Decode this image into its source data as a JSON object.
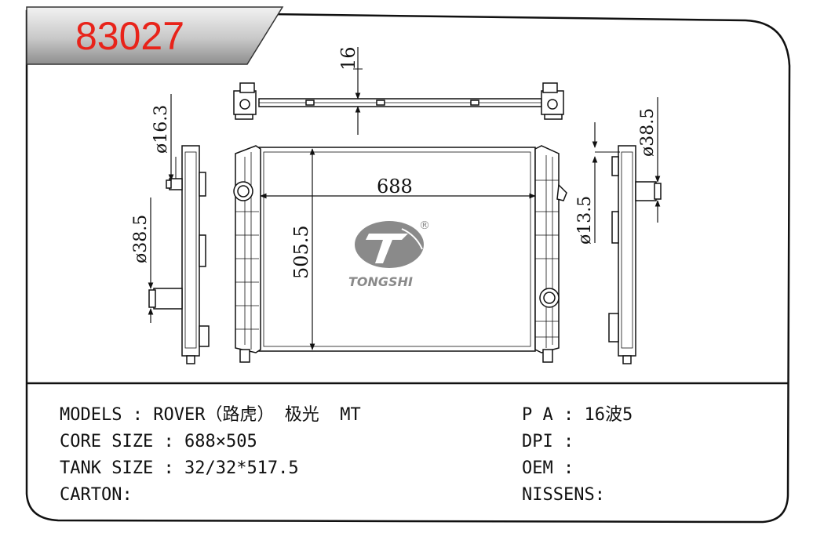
{
  "header": {
    "part_number": "83027",
    "part_number_color": "#e8231a"
  },
  "dimensions": {
    "top_thickness": "16",
    "left_outlet_dia": "ø16.3",
    "left_inlet_dia": "ø38.5",
    "core_width": "688",
    "core_height": "505.5",
    "right_inlet_dia": "ø38.5",
    "right_small_dia": "ø13.5"
  },
  "logo": {
    "brand": "TONGSHI",
    "registered_mark": "®",
    "logo_color": "#8a8a8a"
  },
  "specs": {
    "models_label": "MODELS",
    "models_value": "ROVER（路虎） 极光  MT",
    "core_size_label": "CORE SIZE",
    "core_size_value": "688×505",
    "tank_size_label": "TANK SIZE",
    "tank_size_value": "32/32*517.5",
    "carton_label": "CARTON:",
    "pa_label": "P A",
    "pa_value": "16波5",
    "dpi_label": "DPI",
    "oem_label": "OEM",
    "nissens_label": "NISSENS:"
  }
}
